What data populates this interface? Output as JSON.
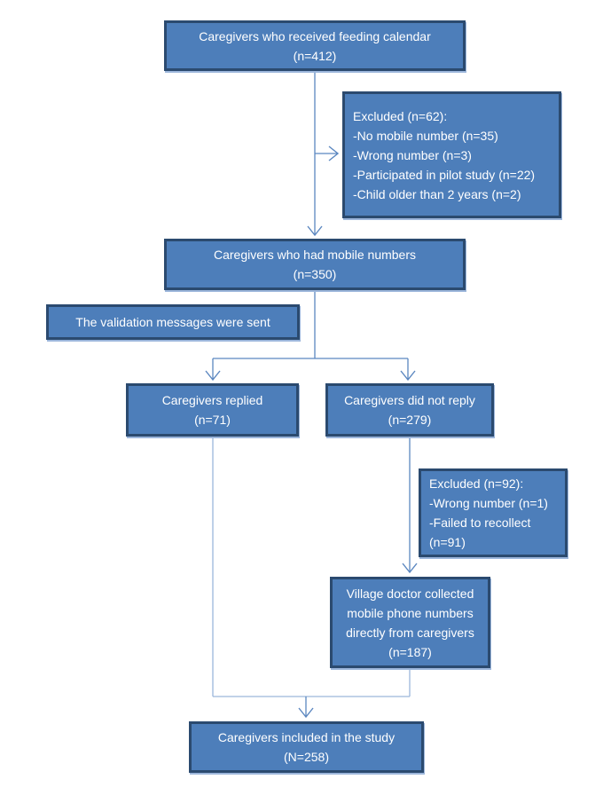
{
  "flowchart": {
    "boxes": [
      {
        "id": "received-calendar",
        "lines": [
          "Caregivers who received feeding calendar",
          "(n=412)"
        ]
      },
      {
        "id": "excluded-initial",
        "lines": [
          "Excluded (n=62):",
          "-No mobile number (n=35)",
          "-Wrong number (n=3)",
          "-Participated in pilot study (n=22)",
          "-Child older than 2 years (n=2)"
        ]
      },
      {
        "id": "had-mobile-numbers",
        "lines": [
          "Caregivers who had mobile numbers",
          "(n=350)"
        ]
      },
      {
        "id": "validation-messages-sent",
        "lines": [
          "The validation messages were sent"
        ]
      },
      {
        "id": "caregivers-replied",
        "lines": [
          "Caregivers replied",
          "(n=71)"
        ]
      },
      {
        "id": "caregivers-did-not-reply",
        "lines": [
          "Caregivers did not reply",
          "(n=279)"
        ]
      },
      {
        "id": "excluded-follow-up",
        "lines": [
          "Excluded (n=92):",
          "-Wrong number (n=1)",
          "-Failed to recollect",
          "(n=91)"
        ]
      },
      {
        "id": "village-doctor-collected",
        "lines": [
          "Village doctor collected",
          "mobile phone numbers",
          "directly from caregivers",
          "(n=187)"
        ]
      },
      {
        "id": "included-in-study",
        "lines": [
          "Caregivers included in the study",
          "(N=258)"
        ]
      }
    ],
    "colors": {
      "background": "#FFFFFF",
      "box_fill": "#4D7EBA",
      "box_border": "#2B4A6F",
      "box_text": "#FFFFFF",
      "connector": "#5B87C0",
      "connector_light": "#9CB6DB"
    }
  }
}
